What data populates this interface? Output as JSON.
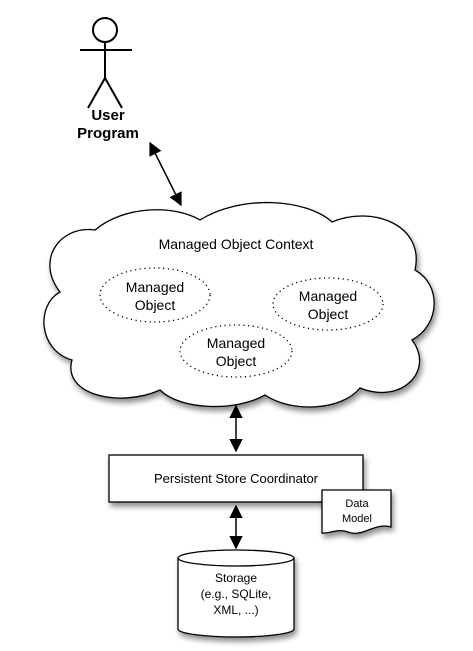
{
  "user": {
    "label_line1": "User",
    "label_line2": "Program"
  },
  "context": {
    "title": "Managed Object Context",
    "objects": [
      {
        "line1": "Managed",
        "line2": "Object"
      },
      {
        "line1": "Managed",
        "line2": "Object"
      },
      {
        "line1": "Managed",
        "line2": "Object"
      }
    ]
  },
  "coordinator": {
    "label": "Persistent Store Coordinator"
  },
  "data_model": {
    "line1": "Data",
    "line2": "Model"
  },
  "storage": {
    "line1": "Storage",
    "line2": "(e.g., SQLite,",
    "line3": "XML, ...)"
  }
}
